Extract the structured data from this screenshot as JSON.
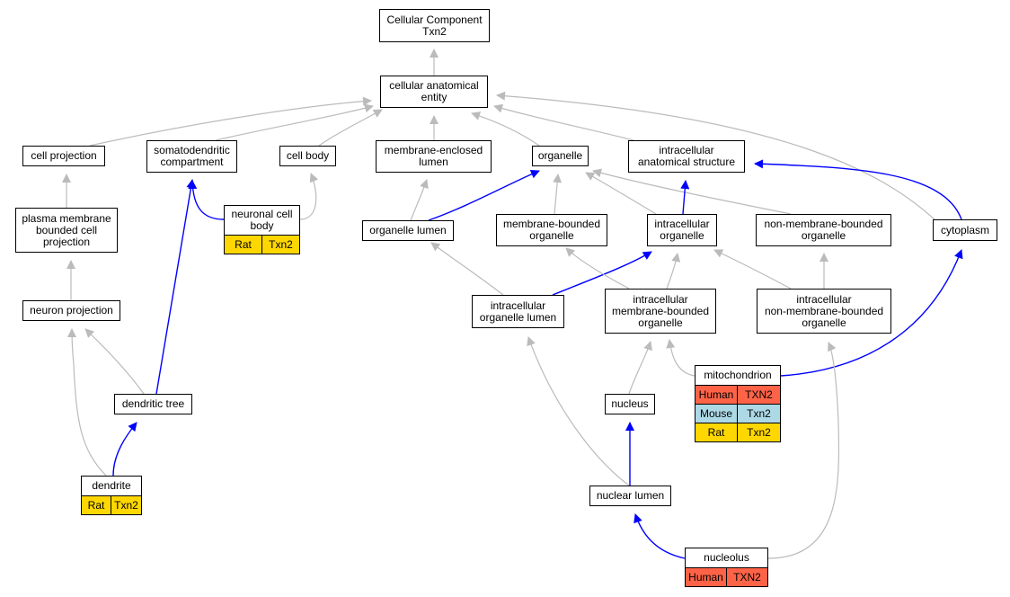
{
  "colors": {
    "gray_edge": "#bbbbbb",
    "blue_edge": "#0000ff",
    "human": "#ff6347",
    "mouse": "#add8e6",
    "rat": "#ffd700"
  },
  "nodes": {
    "root": "Cellular Component\nTxn2",
    "cae": "cellular anatomical\nentity",
    "cell_projection": "cell projection",
    "somatodendritic": "somatodendritic\ncompartment",
    "cell_body": "cell body",
    "mel": "membrane-enclosed\nlumen",
    "organelle": "organelle",
    "ias": "intracellular\nanatomical structure",
    "pmbcp": "plasma membrane\nbounded cell\nprojection",
    "ncb": "neuronal cell\nbody",
    "organelle_lumen": "organelle lumen",
    "mbo": "membrane-bounded\norganelle",
    "io": "intracellular\norganelle",
    "nmbo": "non-membrane-bounded\norganelle",
    "cytoplasm": "cytoplasm",
    "neuron_projection": "neuron projection",
    "iol": "intracellular\norganelle lumen",
    "imbo": "intracellular\nmembrane-bounded\norganelle",
    "inmbo": "intracellular\nnon-membrane-bounded\norganelle",
    "mitochondrion": "mitochondrion",
    "dendritic_tree": "dendritic tree",
    "nucleus": "nucleus",
    "dendrite": "dendrite",
    "nuclear_lumen": "nuclear lumen",
    "nucleolus": "nucleolus"
  },
  "annotations": {
    "ncb": [
      {
        "species": "Rat",
        "gene": "Txn2",
        "color": "rat"
      }
    ],
    "mitochondrion": [
      {
        "species": "Human",
        "gene": "TXN2",
        "color": "human"
      },
      {
        "species": "Mouse",
        "gene": "Txn2",
        "color": "mouse"
      },
      {
        "species": "Rat",
        "gene": "Txn2",
        "color": "rat"
      }
    ],
    "dendrite": [
      {
        "species": "Rat",
        "gene": "Txn2",
        "color": "rat"
      }
    ],
    "nucleolus": [
      {
        "species": "Human",
        "gene": "TXN2",
        "color": "human"
      }
    ]
  },
  "edges": [
    {
      "from": "cae",
      "to": "root",
      "type": "gray"
    },
    {
      "from": "cell_projection",
      "to": "cae",
      "type": "gray"
    },
    {
      "from": "somatodendritic",
      "to": "cae",
      "type": "gray"
    },
    {
      "from": "cell_body",
      "to": "cae",
      "type": "gray"
    },
    {
      "from": "mel",
      "to": "cae",
      "type": "gray"
    },
    {
      "from": "organelle",
      "to": "cae",
      "type": "gray"
    },
    {
      "from": "ias",
      "to": "cae",
      "type": "gray"
    },
    {
      "from": "cytoplasm",
      "to": "cae",
      "type": "gray"
    },
    {
      "from": "pmbcp",
      "to": "cell_projection",
      "type": "gray"
    },
    {
      "from": "neuron_projection",
      "to": "pmbcp",
      "type": "gray"
    },
    {
      "from": "ncb",
      "to": "somatodendritic",
      "type": "blue"
    },
    {
      "from": "ncb",
      "to": "cell_body",
      "type": "gray"
    },
    {
      "from": "organelle_lumen",
      "to": "mel",
      "type": "gray"
    },
    {
      "from": "organelle_lumen",
      "to": "organelle",
      "type": "blue"
    },
    {
      "from": "mbo",
      "to": "organelle",
      "type": "gray"
    },
    {
      "from": "io",
      "to": "organelle",
      "type": "gray"
    },
    {
      "from": "nmbo",
      "to": "organelle",
      "type": "gray"
    },
    {
      "from": "io",
      "to": "ias",
      "type": "blue"
    },
    {
      "from": "cytoplasm",
      "to": "ias",
      "type": "blue"
    },
    {
      "from": "iol",
      "to": "organelle_lumen",
      "type": "gray"
    },
    {
      "from": "iol",
      "to": "io",
      "type": "blue"
    },
    {
      "from": "imbo",
      "to": "mbo",
      "type": "gray"
    },
    {
      "from": "imbo",
      "to": "io",
      "type": "gray"
    },
    {
      "from": "inmbo",
      "to": "io",
      "type": "gray"
    },
    {
      "from": "inmbo",
      "to": "nmbo",
      "type": "gray"
    },
    {
      "from": "mitochondrion",
      "to": "imbo",
      "type": "gray"
    },
    {
      "from": "mitochondrion",
      "to": "cytoplasm",
      "type": "blue"
    },
    {
      "from": "dendritic_tree",
      "to": "neuron_projection",
      "type": "gray"
    },
    {
      "from": "dendritic_tree",
      "to": "somatodendritic",
      "type": "blue"
    },
    {
      "from": "dendrite",
      "to": "neuron_projection",
      "type": "gray"
    },
    {
      "from": "dendrite",
      "to": "dendritic_tree",
      "type": "blue"
    },
    {
      "from": "nucleus",
      "to": "imbo",
      "type": "gray"
    },
    {
      "from": "nuclear_lumen",
      "to": "nucleus",
      "type": "blue"
    },
    {
      "from": "nuclear_lumen",
      "to": "iol",
      "type": "gray"
    },
    {
      "from": "nucleolus",
      "to": "nuclear_lumen",
      "type": "blue"
    },
    {
      "from": "nucleolus",
      "to": "inmbo",
      "type": "gray"
    }
  ]
}
